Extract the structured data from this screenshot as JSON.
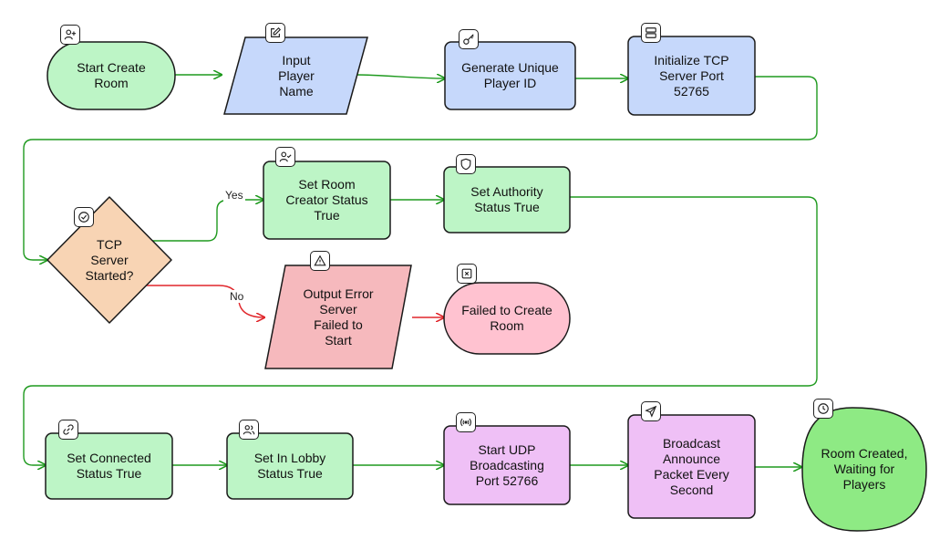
{
  "colors": {
    "green_fill": "#bdf5c6",
    "blue_fill": "#c6d8fb",
    "orange_fill": "#f8d4b4",
    "red_fill": "#f6b9bd",
    "pink_fill": "#ffc2d0",
    "purple_fill": "#efc0f6",
    "final_fill": "#8eea84",
    "edge_green": "#1f9a1f",
    "edge_red": "#e0262b",
    "stroke": "#1a1a1a"
  },
  "nodes": {
    "start": "Start Create\nRoom",
    "input_name": "Input\nPlayer\nName",
    "gen_id": "Generate Unique\nPlayer ID",
    "init_tcp": "Initialize TCP\nServer Port\n52765",
    "tcp_started": "TCP\nServer\nStarted?",
    "set_creator": "Set Room\nCreator Status\nTrue",
    "set_authority": "Set Authority\nStatus True",
    "output_error": "Output Error\nServer\nFailed to\nStart",
    "failed": "Failed to Create\nRoom",
    "set_connected": "Set Connected\nStatus True",
    "set_lobby": "Set In Lobby\nStatus True",
    "start_udp": "Start UDP\nBroadcasting\nPort 52766",
    "broadcast": "Broadcast\nAnnounce\nPacket Every\nSecond",
    "room_created": "Room Created,\nWaiting for\nPlayers"
  },
  "edges": {
    "yes_label": "Yes",
    "no_label": "No"
  },
  "icons": {
    "start": "user-plus-icon",
    "input_name": "edit-icon",
    "gen_id": "key-icon",
    "init_tcp": "server-icon",
    "tcp_started": "check-circle-icon",
    "set_creator": "user-check-icon",
    "set_authority": "shield-icon",
    "output_error": "warning-icon",
    "failed": "x-square-icon",
    "set_connected": "link-icon",
    "set_lobby": "users-icon",
    "start_udp": "broadcast-icon",
    "broadcast": "send-icon",
    "room_created": "clock-icon"
  }
}
